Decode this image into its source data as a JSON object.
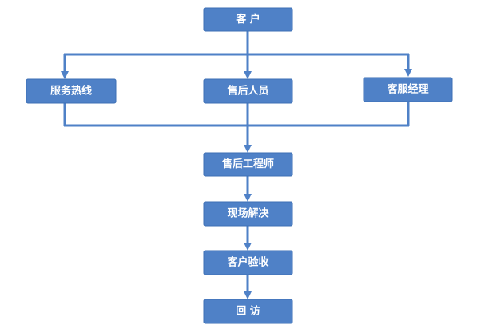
{
  "diagram": {
    "colors": {
      "box_fill": "#4f81c7",
      "connector": "#4f81c7",
      "text": "#ffffff"
    },
    "nodes": {
      "customer": "客 户",
      "hotline": "服务热线",
      "after_sales_staff": "售后人员",
      "cs_manager": "客服经理",
      "engineer": "售后工程师",
      "onsite_solution": "现场解决",
      "acceptance": "客户验收",
      "return_visit": "回 访"
    }
  }
}
